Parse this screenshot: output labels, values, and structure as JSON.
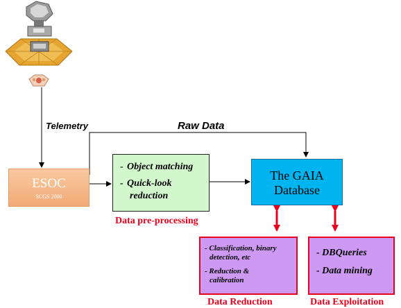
{
  "labels": {
    "telemetry": "Telemetry",
    "raw_data": "Raw Data"
  },
  "esoc": {
    "title": "ESOC",
    "subtitle": "SCGS 2000"
  },
  "preprocessing": {
    "items": [
      "Object matching",
      "Quick-look",
      "reduction"
    ],
    "dash": "-",
    "caption": "Data pre-processing"
  },
  "database": {
    "line1": "The GAIA",
    "line2": "Database"
  },
  "data_reduction": {
    "items": [
      "- Classification, binary",
      "detection, etc",
      "- Reduction &",
      "calibration"
    ],
    "caption": "Data Reduction"
  },
  "data_exploitation": {
    "items": [
      "- DBQueries",
      "- Data mining"
    ],
    "caption": "Data Exploitation"
  },
  "colors": {
    "esoc_fill": "#f2ab77",
    "preprocessing_fill": "#d2f7cc",
    "database_fill": "#00b4f0",
    "purple_fill": "#cd99f2",
    "accent_red": "#e8001c"
  }
}
